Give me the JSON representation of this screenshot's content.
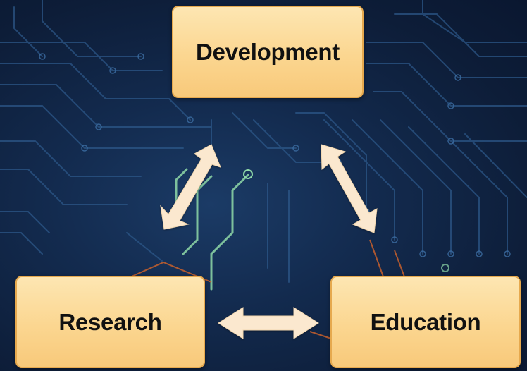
{
  "diagram": {
    "nodes": {
      "development": "Development",
      "research": "Research",
      "education": "Education"
    },
    "edges": [
      {
        "from": "research",
        "to": "development",
        "type": "bidirectional"
      },
      {
        "from": "development",
        "to": "education",
        "type": "bidirectional"
      },
      {
        "from": "research",
        "to": "education",
        "type": "bidirectional"
      }
    ]
  },
  "colors": {
    "box_fill": "#fbd690",
    "box_border": "#e6a94e",
    "arrow_fill": "#fbe8cf",
    "background": "#132b4f",
    "circuit_glow": "#8fd9a8"
  }
}
